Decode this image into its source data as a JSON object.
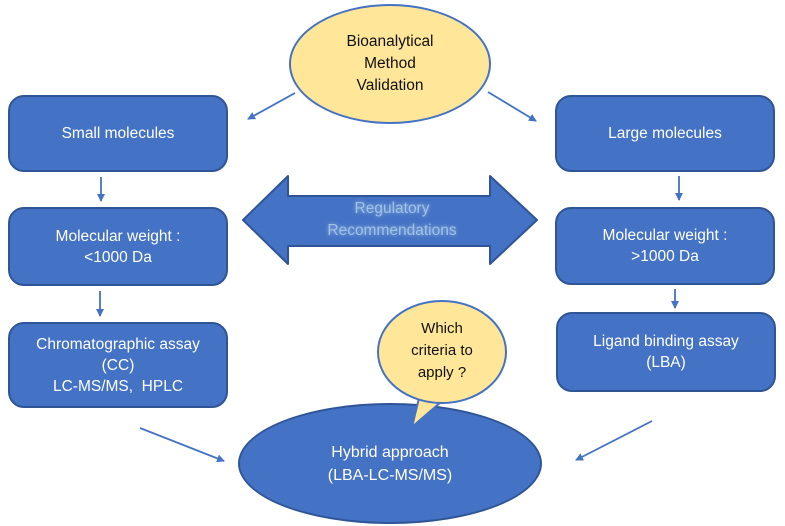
{
  "title": "Bioanalytical method validation decision diagram",
  "colors": {
    "shape_fill_blue": "#4472C4",
    "shape_border_blue": "#2F5597",
    "shape_fill_yellow": "#FFE699",
    "callout_border": "#4472C4",
    "connector_blue": "#4472C4",
    "arrow_label_text": "#9DC3E6",
    "text_on_blue": "#FFFFFF",
    "text_dark": "#000000"
  },
  "root_node": {
    "lines": [
      "Bioanalytical",
      "Method",
      "Validation"
    ]
  },
  "left_branch": {
    "node1": "Small molecules",
    "node2_lines": [
      "Molecular weight :",
      "<1000 Da"
    ],
    "node3_lines": [
      "Chromatographic assay",
      "(CC)",
      "LC-MS/MS,  HPLC"
    ]
  },
  "right_branch": {
    "node1": "Large molecules",
    "node2_lines": [
      "Molecular weight :",
      ">1000 Da"
    ],
    "node3_lines": [
      "Ligand binding assay",
      "(LBA)"
    ]
  },
  "center_arrow": {
    "lines": [
      "Regulatory",
      "Recommendations"
    ]
  },
  "callout": {
    "lines": [
      "Which",
      "criteria to",
      "apply ?"
    ]
  },
  "hybrid_node": {
    "lines": [
      "Hybrid approach",
      "(LBA-LC-MS/MS)"
    ]
  }
}
